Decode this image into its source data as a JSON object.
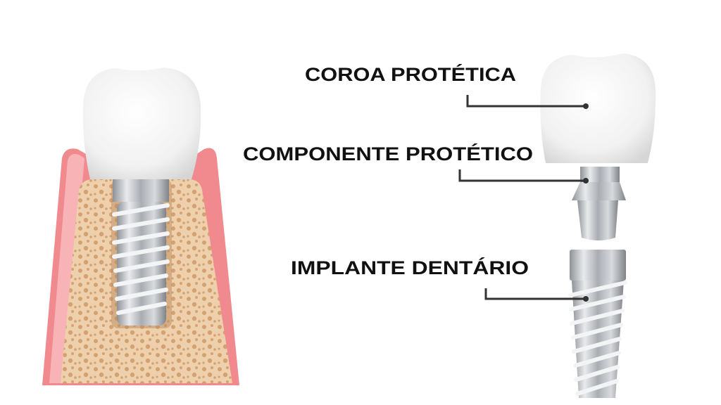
{
  "labels": {
    "crown": "COROA PROTÉTICA",
    "abutment": "COMPONENTE PROTÉTICO",
    "implant": "IMPLANTE DENTÁRIO"
  },
  "colors": {
    "gum": "#f08a8f",
    "gum_light": "#f7b3b5",
    "bone": "#efd0ad",
    "bone_dots": "#d4a171",
    "metal": "#b9bcc0",
    "crown": "#f4f4f4",
    "text": "#111111"
  }
}
